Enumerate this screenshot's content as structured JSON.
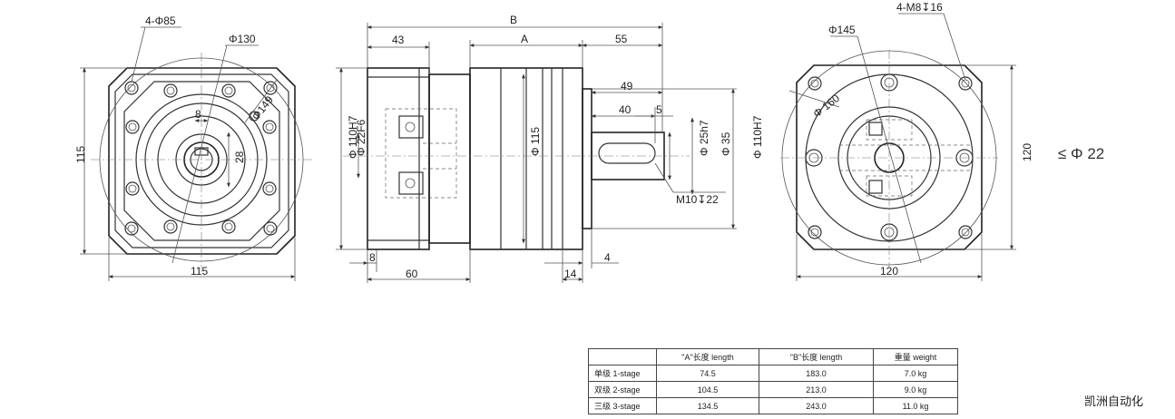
{
  "front_view": {
    "dim_holes": "4-Φ85",
    "dim_pcd": "Φ130",
    "dim_outer": "Φ149",
    "dim_key": "8",
    "dim_height_key": "28",
    "dim_height": "115",
    "dim_width": "115"
  },
  "side_view": {
    "dim_total": "B",
    "dim_a": "A",
    "dim_43": "43",
    "dim_55": "55",
    "dim_49": "49",
    "dim_40": "40",
    "dim_5": "5",
    "dim_110_left": "Φ 110H7",
    "dim_22f6": "Φ 22F6",
    "dim_115": "Φ 115",
    "dim_25h7": "Φ 25h7",
    "dim_35": "Φ 35",
    "dim_110_right": "Φ 110H7",
    "dim_thread": "M10↧22",
    "dim_8": "8",
    "dim_60": "60",
    "dim_14": "14",
    "dim_4": "4"
  },
  "rear_view": {
    "dim_thread": "4-M8↧16",
    "dim_145": "Φ145",
    "dim_160": "Φ 160",
    "dim_height": "120",
    "dim_width": "120"
  },
  "shaft_note": "≤ Φ 22",
  "spec_table": {
    "headers": [
      "",
      "\"A\"长度 length",
      "\"B\"长度 length",
      "重量 weight"
    ],
    "rows": [
      [
        "单级 1-stage",
        "74.5",
        "183.0",
        "7.0 kg"
      ],
      [
        "双级 2-stage",
        "104.5",
        "213.0",
        "9.0 kg"
      ],
      [
        "三级 3-stage",
        "134.5",
        "243.0",
        "11.0 kg"
      ]
    ]
  },
  "brand": "凯洲自动化"
}
